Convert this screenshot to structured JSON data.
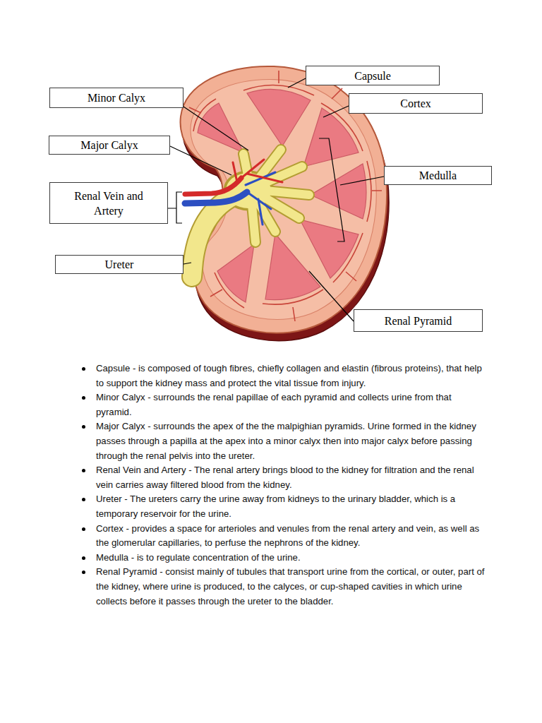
{
  "diagram": {
    "nodes": [
      {
        "text": [
          "Capsule"
        ]
      },
      {
        "text": [
          "Minor Calyx"
        ]
      },
      {
        "text": [
          "Cortex"
        ]
      },
      {
        "text": [
          "Major Calyx"
        ]
      },
      {
        "text": [
          "Medulla"
        ]
      },
      {
        "text": [
          "Renal Vein and Artery"
        ]
      },
      {
        "text": [
          "Ureter"
        ]
      },
      {
        "text": [
          "Renal Pyramid"
        ]
      }
    ],
    "labels": [
      "Capsule - is composed of tough fibres, chiefly collagen and elastin (fibrous proteins), that help to support the kidney mass and protect the vital tissue from injury.",
      "Minor Calyx - surrounds the renal papillae of each pyramid and collects urine from that pyramid.",
      "Major Calyx - surrounds the apex of the the malpighian pyramids. Urine formed in the kidney passes through a papilla at the apex into a minor calyx then into major calyx before passing through the renal pelvis into the ureter.",
      "Renal Vein and Artery - The renal artery brings blood to the kidney for filtration and the renal vein carries away filtered blood from the kidney.",
      "Ureter - The ureters carry the urine away from kidneys to the urinary bladder, which is a temporary reservoir for the urine.",
      "Cortex - provides a space for arterioles and venules from the renal artery and vein, as well as the glomerular capillaries, to perfuse the nephrons of the kidney.",
      "Medulla - is to regulate concentration of the urine.",
      "Renal Pyramid - consist mainly of tubules that transport urine from the cortical, or outer, part of the kidney, where urine is produced, to the calyces, or cup-shaped cavities in which urine collects before it passes through the ureter to the bladder."
    ]
  }
}
